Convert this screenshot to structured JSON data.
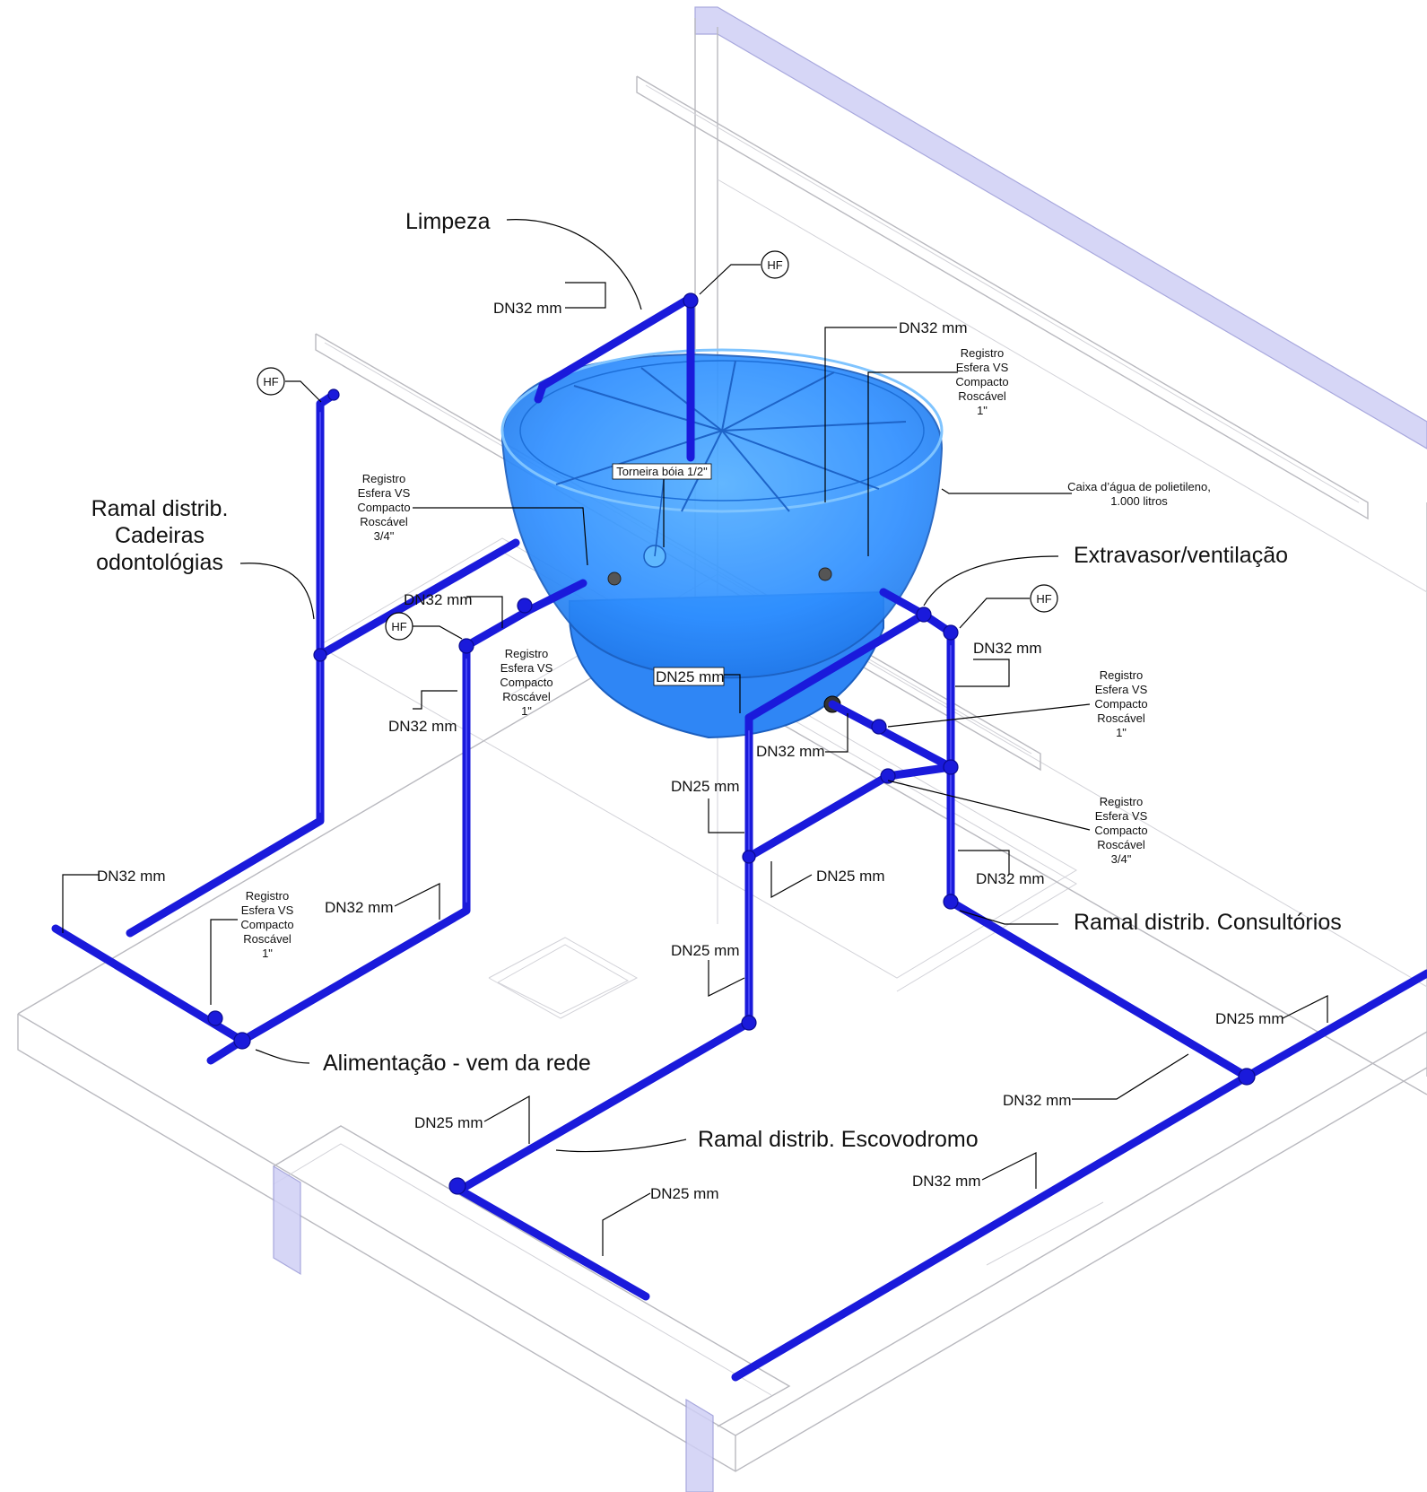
{
  "labels": {
    "limpeza": "Limpeza",
    "ramal_cadeiras": [
      "Ramal distrib.",
      "Cadeiras",
      "odontológias"
    ],
    "extravasor": "Extravasor/ventilação",
    "ramal_consultorios": "Ramal distrib. Consultórios",
    "alimentacao": "Alimentação - vem da rede",
    "ramal_escovodromo": "Ramal distrib. Escovodromo",
    "caixa_dagua": [
      "Caixa d’água de polietileno,",
      "1.000 litros"
    ],
    "torneira_boia": "Torneira bóia 1/2\"",
    "hf": "HF"
  },
  "registros": {
    "reg_top_right": [
      "Registro",
      "Esfera VS",
      "Compacto",
      "Roscável",
      "1\""
    ],
    "reg_left_34": [
      "Registro",
      "Esfera VS",
      "Compacto",
      "Roscável",
      "3/4\""
    ],
    "reg_center_1": [
      "Registro",
      "Esfera VS",
      "Compacto",
      "Roscável",
      "1\""
    ],
    "reg_right_1": [
      "Registro",
      "Esfera VS",
      "Compacto",
      "Roscável",
      "1\""
    ],
    "reg_right_34": [
      "Registro",
      "Esfera VS",
      "Compacto",
      "Roscável",
      "3/4\""
    ],
    "reg_bottom_left_1": [
      "Registro",
      "Esfera VS",
      "Compacto",
      "Roscável",
      "1\""
    ]
  },
  "dims": {
    "dn32": "DN32 mm",
    "dn25": "DN25 mm"
  },
  "colors": {
    "pipe": "#1a1adb",
    "tank": "#2f8fff",
    "structure": "#b9b9bf"
  }
}
